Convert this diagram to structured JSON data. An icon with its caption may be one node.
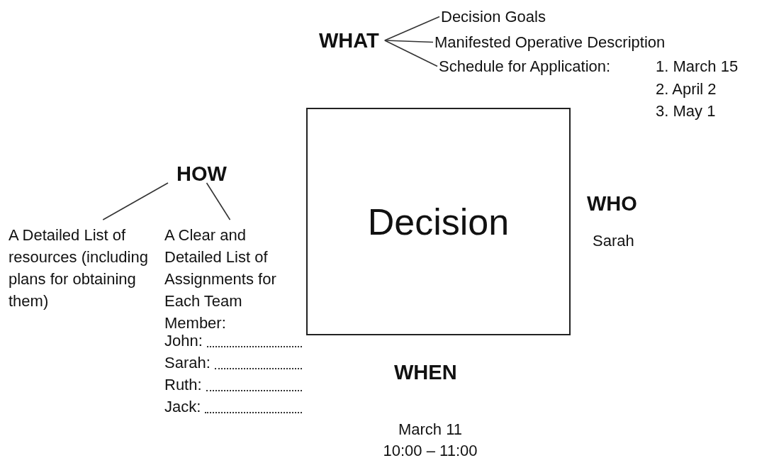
{
  "diagram": {
    "nodes": [
      {
        "text": [
          "Decision"
        ]
      },
      {
        "text": [
          "WHAT"
        ]
      },
      {
        "text": [
          "Decision Goals"
        ]
      },
      {
        "text": [
          "Manifested Operative Description"
        ]
      },
      {
        "text": [
          "Schedule for Application:"
        ],
        "beside": [
          "1. March 15",
          "2. April 2",
          "3. May 1"
        ]
      },
      {
        "text": [
          "HOW"
        ]
      },
      {
        "text": [
          "A Detailed List of resources (including plans for obtaining them)"
        ]
      },
      {
        "text": [
          "A Clear and Detailed List of Assignments for Each Team Member:"
        ]
      }
    ],
    "edges": [
      {
        "from": 1,
        "to": 2,
        "arrow": "none"
      },
      {
        "from": 1,
        "to": 3,
        "arrow": "none"
      },
      {
        "from": 1,
        "to": 4,
        "arrow": "none"
      },
      {
        "from": 5,
        "to": 6,
        "arrow": "none"
      },
      {
        "from": 5,
        "to": 7,
        "arrow": "none"
      }
    ],
    "labels": [
      "WHO",
      "Sarah",
      "John:",
      "Sarah:",
      "WHEN",
      "Ruth:",
      "Jack:",
      "March 11",
      "10:00 – 11:00"
    ]
  }
}
